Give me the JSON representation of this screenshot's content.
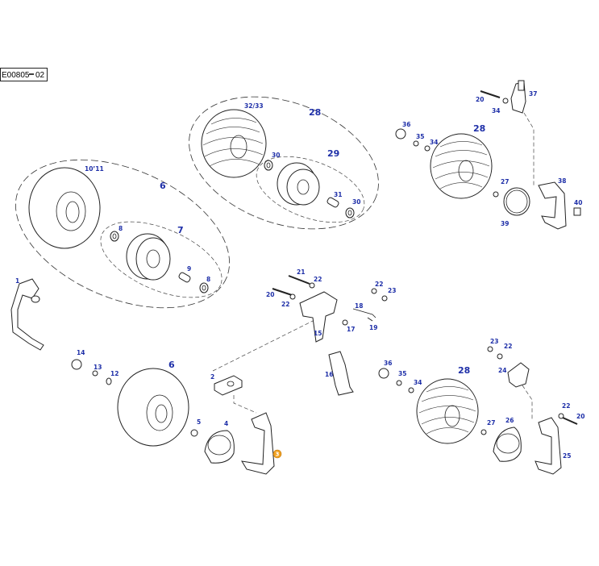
{
  "reference": {
    "code": "E00805",
    "suffix": "02"
  },
  "callouts": {
    "c1": "1",
    "c2": "2",
    "c3": "3",
    "c4": "4",
    "c5": "5",
    "c6a": "6",
    "c6b": "6",
    "c7": "7",
    "c8a": "8",
    "c8b": "8",
    "c9": "9",
    "c10_11": "10’11",
    "c12": "12",
    "c13": "13",
    "c14": "14",
    "c15": "15",
    "c16": "16",
    "c17": "17",
    "c18": "18",
    "c19": "19",
    "c20a": "20",
    "c20b": "20",
    "c20c": "20",
    "c21": "21",
    "c22a": "22",
    "c22b": "22",
    "c22c": "22",
    "c22d": "22",
    "c22e": "22",
    "c23a": "23",
    "c23b": "23",
    "c24": "24",
    "c25": "25",
    "c26": "26",
    "c27a": "27",
    "c27b": "27",
    "c28a": "28",
    "c28b": "28",
    "c28c": "28",
    "c29": "29",
    "c30a": "30",
    "c30b": "30",
    "c31": "31",
    "c32_33": "32/33",
    "c34a": "34",
    "c34b": "34",
    "c34c": "34",
    "c35a": "35",
    "c35b": "35",
    "c36a": "36",
    "c36b": "36",
    "c37": "37",
    "c38": "38",
    "c39": "39",
    "c40": "40"
  },
  "colors": {
    "label": "#1e2fa8",
    "highlight": "#f0a020",
    "line": "#222222"
  }
}
